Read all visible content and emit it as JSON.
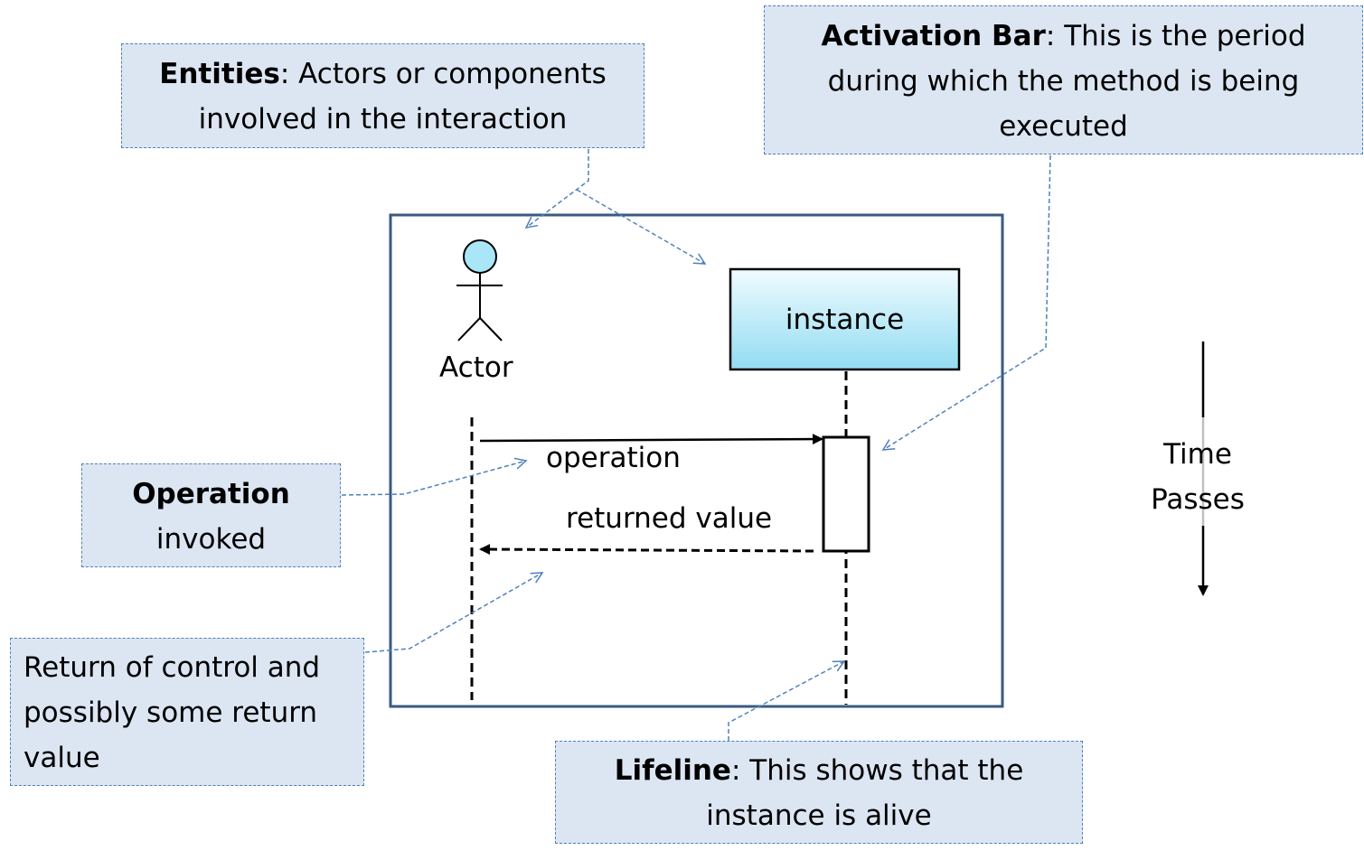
{
  "callouts": {
    "entities": {
      "term": "Entities",
      "sep": ":",
      "text": "  Actors or components involved in the interaction"
    },
    "activation": {
      "term": "Activation Bar",
      "sep": ":",
      "text": " This is the period during which the method is being executed"
    },
    "operation": {
      "term": "Operation",
      "text": "invoked"
    },
    "return": {
      "text": "Return of control and possibly some return value"
    },
    "lifeline": {
      "term": "Lifeline",
      "sep": ":",
      "text": " This shows that the instance is alive"
    }
  },
  "diagram": {
    "actor_label": "Actor",
    "instance_label": "instance",
    "operation_label": "operation",
    "returned_label": "returned value"
  },
  "time": {
    "line1": "Time",
    "line2": "Passes"
  },
  "colors": {
    "callout_fill": "#dce6f2",
    "callout_border": "#4f81bd",
    "frame": "#3a5a80",
    "instance_fill_top": "#f0fbff",
    "instance_fill_bottom": "#92dcf2",
    "actor_head": "#a9e6f7"
  }
}
